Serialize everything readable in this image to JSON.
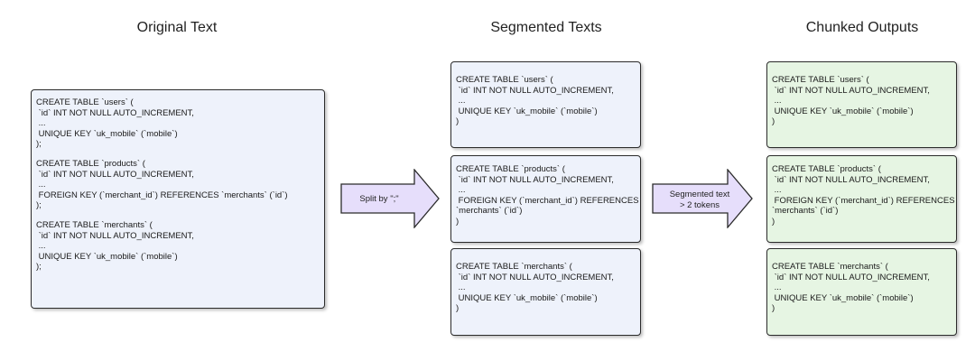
{
  "titles": {
    "original": "Original Text",
    "segmented": "Segmented Texts",
    "chunked": "Chunked Outputs"
  },
  "colors": {
    "blue_fill": "#eef2fb",
    "green_fill": "#e6f5e3",
    "arrow_fill": "#e6defb",
    "border": "#2b2b2b"
  },
  "original_text": [
    [
      "CREATE TABLE `users` (",
      " `id` INT NOT NULL AUTO_INCREMENT,",
      " ...",
      " UNIQUE KEY `uk_mobile` (`mobile`)",
      ");"
    ],
    [
      "CREATE TABLE `products` (",
      " `id` INT NOT NULL AUTO_INCREMENT,",
      " ...",
      " FOREIGN KEY (`merchant_id`) REFERENCES `merchants` (`id`)",
      ");"
    ],
    [
      "CREATE TABLE `merchants` (",
      " `id` INT NOT NULL AUTO_INCREMENT,",
      " ...",
      " UNIQUE KEY `uk_mobile` (`mobile`)",
      ");"
    ]
  ],
  "segments": [
    [
      "CREATE TABLE `users` (",
      " `id` INT NOT NULL AUTO_INCREMENT,",
      " ...",
      " UNIQUE KEY `uk_mobile` (`mobile`)",
      ")"
    ],
    [
      "CREATE TABLE `products` (",
      " `id` INT NOT NULL AUTO_INCREMENT,",
      " ...",
      " FOREIGN KEY (`merchant_id`) REFERENCES",
      "`merchants` (`id`)",
      ")"
    ],
    [
      "CREATE TABLE `merchants` (",
      " `id` INT NOT NULL AUTO_INCREMENT,",
      " ...",
      " UNIQUE KEY `uk_mobile` (`mobile`)",
      ")"
    ]
  ],
  "chunks": [
    [
      "CREATE TABLE `users` (",
      " `id` INT NOT NULL AUTO_INCREMENT,",
      " ...",
      " UNIQUE KEY `uk_mobile` (`mobile`)",
      ")"
    ],
    [
      "CREATE TABLE `products` (",
      " `id` INT NOT NULL AUTO_INCREMENT,",
      " ...",
      " FOREIGN KEY (`merchant_id`) REFERENCES",
      "`merchants` (`id`)",
      ")"
    ],
    [
      "CREATE TABLE `merchants` (",
      " `id` INT NOT NULL AUTO_INCREMENT,",
      " ...",
      " UNIQUE KEY `uk_mobile` (`mobile`)",
      ")"
    ]
  ],
  "arrows": {
    "split": "Split by \";\"",
    "filter_line1": "Segmented text",
    "filter_line2": "> 2 tokens"
  }
}
